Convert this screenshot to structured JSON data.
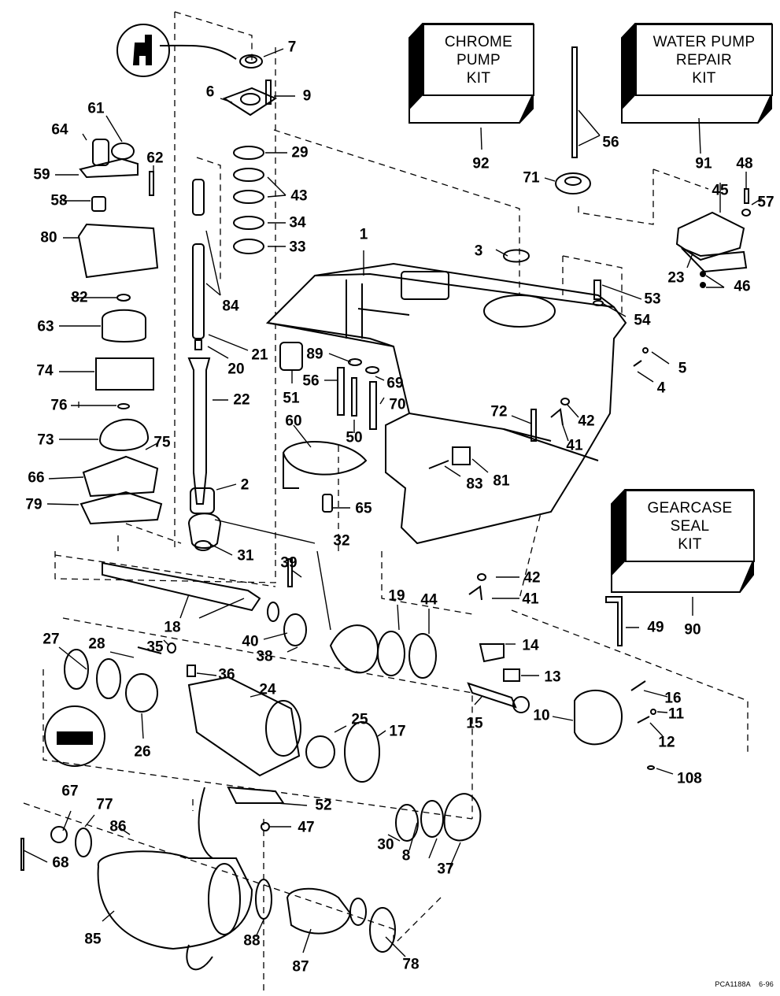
{
  "diagram": {
    "title": "Gearcase exploded parts diagram",
    "drawing_code": "PCA1188A",
    "drawing_date": "6-96",
    "colors": {
      "ink": "#000000",
      "paper": "#ffffff"
    }
  },
  "kits": [
    {
      "id": "92",
      "label": "CHROME\nPUMP\nKIT"
    },
    {
      "id": "91",
      "label": "WATER PUMP\nREPAIR\nKIT"
    },
    {
      "id": "90",
      "label": "GEARCASE\nSEAL\nKIT"
    }
  ],
  "callouts": [
    "7",
    "9",
    "6",
    "29",
    "43",
    "34",
    "33",
    "84",
    "21",
    "20",
    "22",
    "2",
    "31",
    "32",
    "61",
    "64",
    "59",
    "62",
    "58",
    "80",
    "82",
    "63",
    "74",
    "76",
    "73",
    "75",
    "66",
    "79",
    "92",
    "56",
    "71",
    "91",
    "48",
    "45",
    "57",
    "23",
    "46",
    "53",
    "54",
    "1",
    "3",
    "5",
    "4",
    "89",
    "51",
    "56",
    "69",
    "70",
    "50",
    "60",
    "65",
    "72",
    "42",
    "41",
    "83",
    "81",
    "42",
    "41",
    "90",
    "49",
    "39",
    "18",
    "40",
    "38",
    "19",
    "44",
    "14",
    "13",
    "15",
    "16",
    "10",
    "11",
    "12",
    "108",
    "27",
    "28",
    "35",
    "36",
    "26",
    "24",
    "25",
    "17",
    "30",
    "8",
    "37",
    "52",
    "47",
    "67",
    "77",
    "86",
    "68",
    "85",
    "88",
    "87",
    "78"
  ]
}
